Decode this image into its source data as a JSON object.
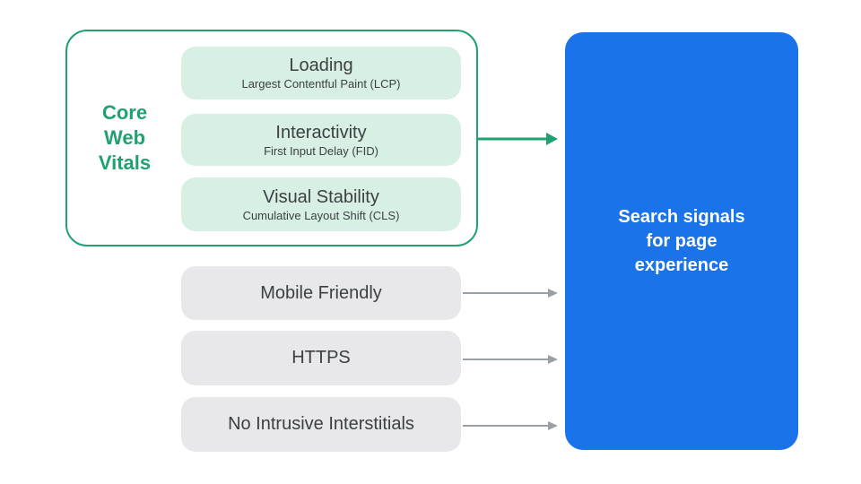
{
  "colors": {
    "green": "#1FA26F",
    "green_light": "#D7F0E3",
    "blue": "#1A73E8",
    "gray_box": "#E8E8EA",
    "arrow_gray": "#9AA0A6",
    "text_dark": "#3C4043",
    "text_white": "#FFFFFF",
    "background": "#FFFFFF"
  },
  "core_web_vitals": {
    "label": "Core\nWeb\nVitals",
    "items": [
      {
        "title": "Loading",
        "subtitle": "Largest Contentful Paint (LCP)"
      },
      {
        "title": "Interactivity",
        "subtitle": "First Input Delay (FID)"
      },
      {
        "title": "Visual Stability",
        "subtitle": "Cumulative Layout Shift (CLS)"
      }
    ]
  },
  "other_signals": [
    {
      "label": "Mobile Friendly"
    },
    {
      "label": "HTTPS"
    },
    {
      "label": "No Intrusive Interstitials"
    }
  ],
  "result": {
    "label": "Search signals\nfor page\nexperience"
  }
}
